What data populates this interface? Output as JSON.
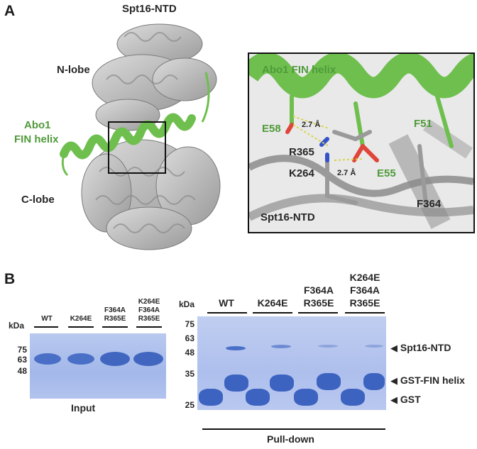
{
  "figure": {
    "panel_a": {
      "letter": "A",
      "title": "Spt16-NTD",
      "n_lobe": "N-lobe",
      "c_lobe": "C-lobe",
      "helix_label_1": "Abo1",
      "helix_label_2": "FIN helix",
      "inset": {
        "helix_title": "Abo1 FIN helix",
        "residues_green": [
          "E58",
          "F51",
          "E55"
        ],
        "residues_black": [
          "R365",
          "K264",
          "F364"
        ],
        "distance_1": "2.7 Å",
        "distance_2": "2.7 Å",
        "domain_label": "Spt16-NTD"
      },
      "colors": {
        "helix": "#7cc35f",
        "protein": "#b8b8b8",
        "oxygen": "#e0453a",
        "nitrogen": "#3552c8"
      }
    },
    "panel_b": {
      "letter": "B",
      "input": {
        "kda": "kDa",
        "markers": [
          "75",
          "63",
          "48"
        ],
        "lanes": [
          "WT",
          "K264E",
          "F364A\nR365E",
          "K264E\nF364A\nR365E"
        ],
        "caption": "Input"
      },
      "pulldown": {
        "kda": "kDa",
        "markers": [
          "75",
          "63",
          "48",
          "35",
          "25"
        ],
        "lanes": [
          "WT",
          "K264E",
          "F364A\nR365E",
          "K264E\nF364A\nR365E"
        ],
        "band_labels": [
          "Spt16-NTD",
          "GST-FIN helix",
          "GST"
        ],
        "caption": "Pull-down"
      },
      "gel_color": "#6f8fd6"
    }
  }
}
